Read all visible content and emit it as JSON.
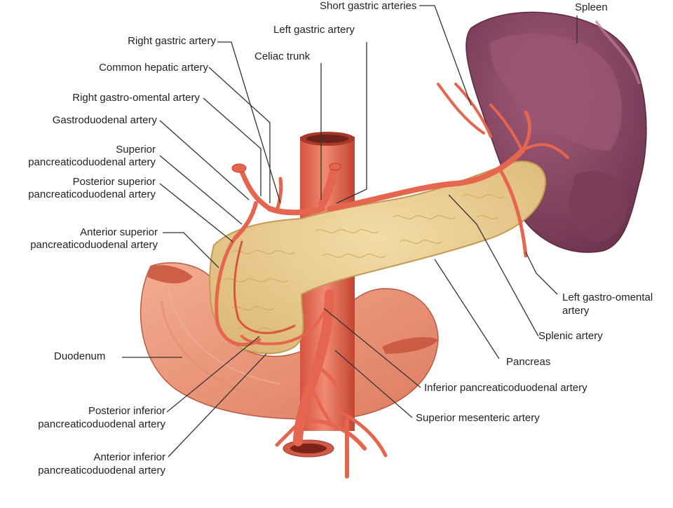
{
  "colors": {
    "artery": "#e5654f",
    "artery_dark": "#b8412f",
    "pancreas": "#edcf92",
    "pancreas_edge": "#c9a45e",
    "duodenum": "#ee9a7c",
    "duodenum_dark": "#d9735a",
    "spleen": "#8e4a66",
    "spleen_light": "#a86080",
    "leader": "#333333",
    "text": "#222222"
  },
  "labels": {
    "short_gastric": "Short gastric arteries",
    "spleen": "Spleen",
    "right_gastric": "Right gastric artery",
    "left_gastric": "Left gastric artery",
    "common_hepatic": "Common hepatic artery",
    "celiac": "Celiac trunk",
    "right_gastro_omental": "Right gastro-omental artery",
    "gastroduodenal": "Gastroduodenal artery",
    "superior_pd_1": "Superior",
    "superior_pd_2": "pancreaticoduodenal artery",
    "posterior_superior_pd_1": "Posterior superior",
    "posterior_superior_pd_2": "pancreaticoduodenal artery",
    "anterior_superior_pd_1": "Anterior superior",
    "anterior_superior_pd_2": "pancreaticoduodenal artery",
    "duodenum": "Duodenum",
    "posterior_inferior_pd_1": "Posterior inferior",
    "posterior_inferior_pd_2": "pancreaticoduodenal artery",
    "anterior_inferior_pd_1": "Anterior inferior",
    "anterior_inferior_pd_2": "pancreaticoduodenal artery",
    "left_gastro_omental_1": "Left gastro-omental",
    "left_gastro_omental_2": "artery",
    "splenic": "Splenic artery",
    "pancreas": "Pancreas",
    "inferior_pd": "Inferior pancreaticoduodenal artery",
    "superior_mesenteric": "Superior mesenteric artery"
  }
}
